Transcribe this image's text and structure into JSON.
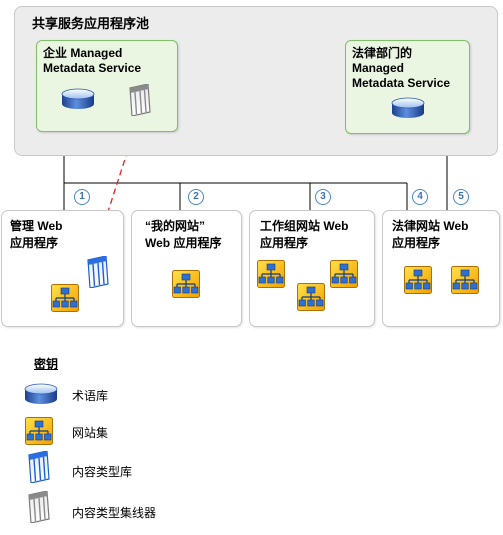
{
  "pool": {
    "title": "共享服务应用程序池"
  },
  "services": {
    "enterprise": {
      "line1": "企业 Managed",
      "line2": "Metadata Service"
    },
    "legal": {
      "line1": "法律部门的",
      "line2": "Managed",
      "line3": "Metadata Service"
    }
  },
  "apps": {
    "admin": {
      "line1": "管理 Web",
      "line2": "应用程序"
    },
    "mysites": {
      "line1": "“我的网站”",
      "line2": "Web 应用程序"
    },
    "teamsites": {
      "line1": "工作组网站 Web",
      "line2": "应用程序"
    },
    "legal": {
      "line1": "法律网站 Web",
      "line2": "应用程序"
    }
  },
  "connections": [
    "1",
    "2",
    "3",
    "4",
    "5"
  ],
  "legend": {
    "title": "密钥",
    "items": [
      {
        "icon": "term-store-icon",
        "label": "术语库"
      },
      {
        "icon": "site-collection-icon",
        "label": "网站集"
      },
      {
        "icon": "content-type-hub-icon",
        "label": "内容类型库"
      },
      {
        "icon": "content-type-syndication-icon",
        "label": "内容类型集线器"
      }
    ]
  },
  "colors": {
    "pool_bg": "#ececec",
    "service_bg": "#eaf5e2",
    "service_border": "#7fbf69",
    "number_circle": "#4a86c8",
    "syndication_arrow": "#e02020"
  }
}
